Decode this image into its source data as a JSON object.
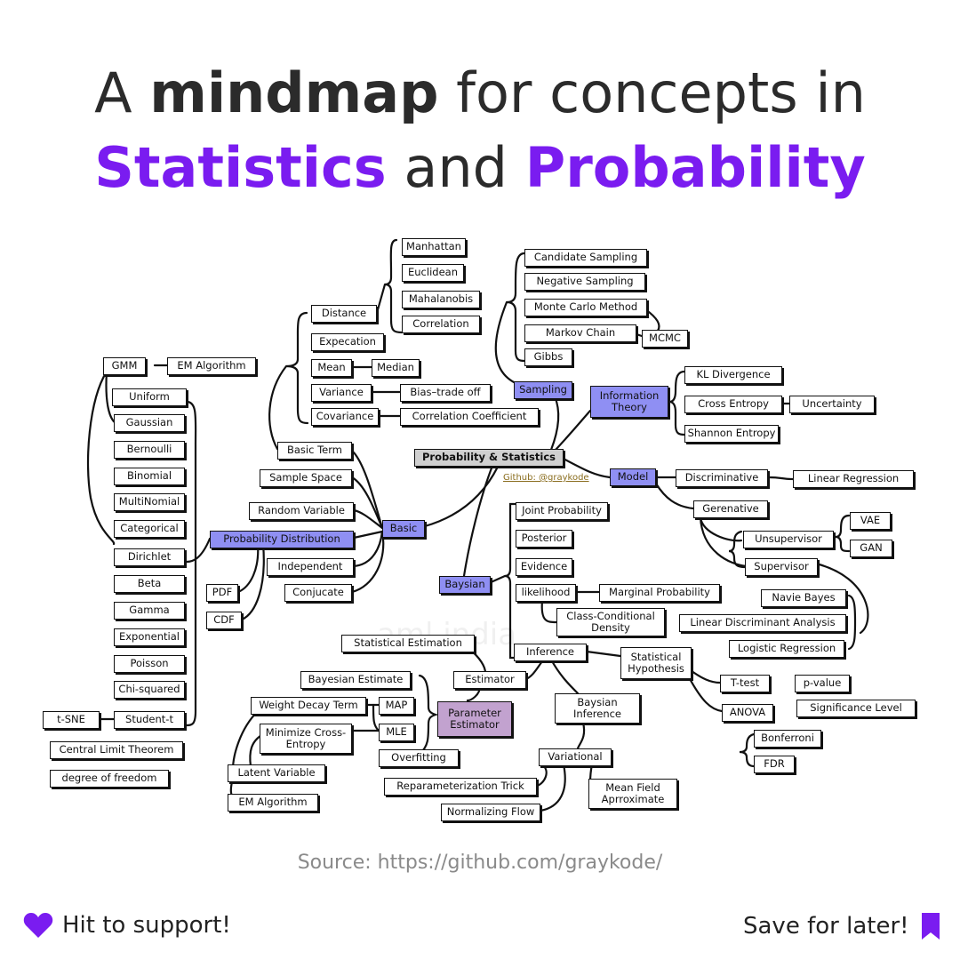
{
  "title": {
    "line1_pre": "A ",
    "line1_bold": "mindmap",
    "line1_post": " for concepts in",
    "line2_a": "Statistics",
    "line2_mid": " and ",
    "line2_b": "Probability"
  },
  "colors": {
    "accent": "#7a1cf0",
    "node_blue": "#8f8ff3",
    "node_gray": "#d0d0d0",
    "node_mauve": "#c2a2cf"
  },
  "mindmap": {
    "root": "Probability & Statistics",
    "github_note": "Github: @graykode",
    "watermark": "aml india",
    "nodes": {
      "manhattan": "Manhattan",
      "euclidean": "Euclidean",
      "mahalanobis": "Mahalanobis",
      "correlation": "Correlation",
      "distance": "Distance",
      "expecation": "Expecation",
      "mean": "Mean",
      "median": "Median",
      "variance": "Variance",
      "bias_tradeoff": "Bias–trade off",
      "covariance": "Covariance",
      "correlation_coefficient": "Correlation Coefficient",
      "basic_term": "Basic Term",
      "sample_space": "Sample Space",
      "random_variable": "Random Variable",
      "basic": "Basic",
      "independent": "Independent",
      "conjucate": "Conjucate",
      "probability_distribution": "Probability Distribution",
      "pdf": "PDF",
      "cdf": "CDF",
      "gmm": "GMM",
      "em_algorithm_top": "EM Algorithm",
      "uniform": "Uniform",
      "gaussian": "Gaussian",
      "bernoulli": "Bernoulli",
      "binomial": "Binomial",
      "multinomial": "MultiNomial",
      "categorical": "Categorical",
      "dirichlet": "Dirichlet",
      "beta": "Beta",
      "gamma": "Gamma",
      "exponential": "Exponential",
      "poisson": "Poisson",
      "chi_squared": "Chi-squared",
      "tsne": "t-SNE",
      "student_t": "Student-t",
      "clt": "Central Limit Theorem",
      "dof": "degree of freedom",
      "candidate_sampling": "Candidate Sampling",
      "negative_sampling": "Negative Sampling",
      "monte_carlo": "Monte Carlo Method",
      "markov_chain": "Markov Chain",
      "mcmc": "MCMC",
      "gibbs": "Gibbs",
      "sampling": "Sampling",
      "information_theory": "Information Theory",
      "kl_divergence": "KL Divergence",
      "cross_entropy": "Cross Entropy",
      "uncertainty": "Uncertainty",
      "shannon_entropy": "Shannon Entropy",
      "model": "Model",
      "discriminative": "Discriminative",
      "linear_regression": "Linear Regression",
      "gerenative": "Gerenative",
      "vae": "VAE",
      "gan": "GAN",
      "unsupervisor": "Unsupervisor",
      "supervisor": "Supervisor",
      "navie_bayes": "Navie Bayes",
      "lda": "Linear Discriminant Analysis",
      "logistic_regression": "Logistic Regression",
      "joint_probability": "Joint Probability",
      "posterior": "Posterior",
      "evidence": "Evidence",
      "likelihood": "likelihood",
      "marginal_probability": "Marginal Probability",
      "class_conditional": "Class-Conditional Density",
      "baysian": "Baysian",
      "statistical_estimation": "Statistical Estimation",
      "inference": "Inference",
      "statistical_hypothesis": "Statistical Hypothesis",
      "ttest": "T-test",
      "pvalue": "p-value",
      "anova": "ANOVA",
      "significance_level": "Significance Level",
      "bonferroni": "Bonferroni",
      "fdr": "FDR",
      "estimator": "Estimator",
      "bayesian_estimate": "Bayesian Estimate",
      "weight_decay": "Weight Decay Term",
      "map": "MAP",
      "parameter_estimator": "Parameter Estimator",
      "minimize_ce": "Minimize Cross-Entropy",
      "mle": "MLE",
      "overfitting": "Overfitting",
      "latent_variable": "Latent Variable",
      "em_algorithm_bottom": "EM Algorithm",
      "baysian_inference": "Baysian Inference",
      "variational": "Variational",
      "reparameterization": "Reparameterization Trick",
      "normalizing_flow": "Normalizing Flow",
      "mean_field": "Mean Field Aprroximate"
    }
  },
  "source": "Source: https://github.com/graykode/",
  "footer": {
    "support": "Hit to support!",
    "save": "Save for later!",
    "heart_icon": "heart-icon",
    "bookmark_icon": "bookmark-icon"
  }
}
